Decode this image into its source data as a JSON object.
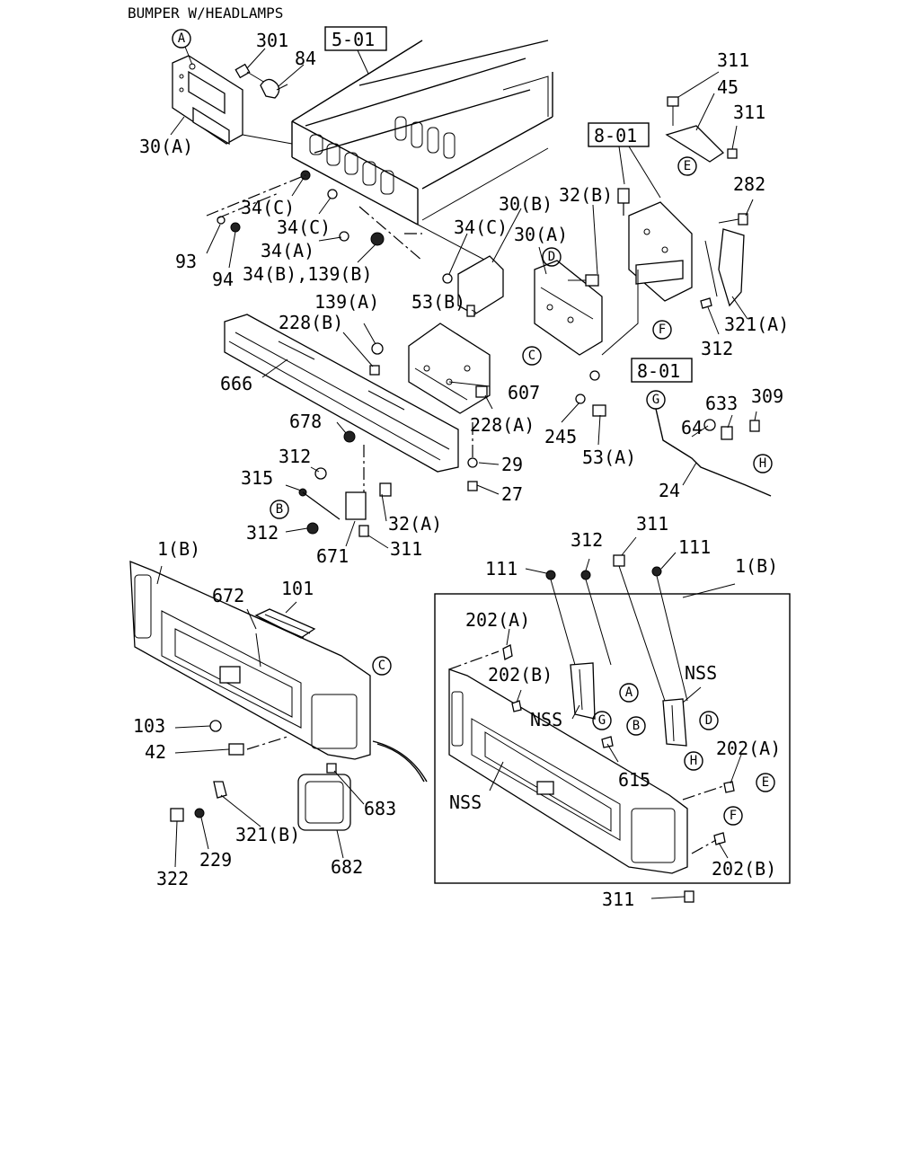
{
  "title": "BUMPER W/HEADLAMPS",
  "refs": {
    "r501": "5-01",
    "r801a": "8-01",
    "r801b": "8-01"
  },
  "letters": {
    "A": "A",
    "B": "B",
    "C": "C",
    "D": "D",
    "E": "E",
    "F": "F",
    "G": "G",
    "H": "H"
  },
  "labels": {
    "l301": "301",
    "l84": "84",
    "l30A_top": "30(A)",
    "l34C_1": "34(C)",
    "l34C_2": "34(C)",
    "l34A": "34(A)",
    "l34B139B": "34(B),139(B)",
    "l93": "93",
    "l94": "94",
    "l30B": "30(B)",
    "l30A_mid": "30(A)",
    "l32B": "32(B)",
    "l34C_3": "34(C)",
    "l139A": "139(A)",
    "l53B": "53(B)",
    "l228B": "228(B)",
    "l666": "666",
    "l607": "607",
    "l228A": "228(A)",
    "l678": "678",
    "l245": "245",
    "l53A": "53(A)",
    "l29": "29",
    "l27": "27",
    "l312a": "312",
    "l315": "315",
    "l312b": "312",
    "l32A": "32(A)",
    "l671": "671",
    "l311a": "311",
    "l311top": "311",
    "l45": "45",
    "l311right": "311",
    "l282": "282",
    "l321A": "321(A)",
    "l312c": "312",
    "l633": "633",
    "l309": "309",
    "l64": "64",
    "l24": "24",
    "l1B_left": "1(B)",
    "l672": "672",
    "l101": "101",
    "l103": "103",
    "l42": "42",
    "l683": "683",
    "l321B": "321(B)",
    "l229": "229",
    "l322": "322",
    "l682": "682",
    "l111a": "111",
    "l312d": "312",
    "l311b": "311",
    "l111b": "111",
    "l1B_right": "1(B)",
    "l202A_1": "202(A)",
    "l202B_1": "202(B)",
    "lNSS_1": "NSS",
    "lNSS_2": "NSS",
    "lNSS_3": "NSS",
    "l615": "615",
    "l202A_2": "202(A)",
    "l202B_2": "202(B)",
    "l311bottom": "311"
  }
}
